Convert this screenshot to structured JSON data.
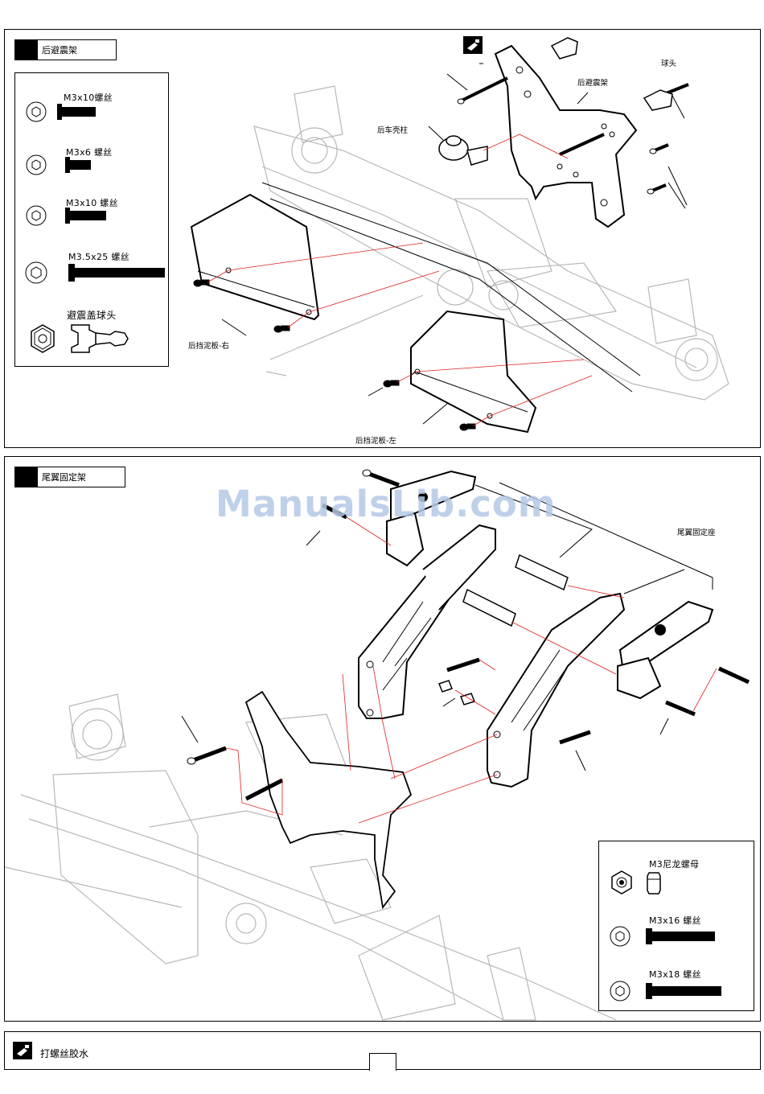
{
  "step1": {
    "title": "后避震架",
    "parts": [
      {
        "label": "M3x10螺丝",
        "icon": "m3x10-screw-icon"
      },
      {
        "label": "M3x6 螺丝",
        "icon": "m3x6-screw-icon"
      },
      {
        "label": "M3x10 螺丝",
        "icon": "m3x10-screw-icon"
      },
      {
        "label": "M3.5x25 螺丝",
        "icon": "m3-5x25-screw-icon"
      },
      {
        "label": "避震盖球头",
        "icon": "shock-ball-end-icon"
      }
    ],
    "callouts": {
      "ball_head": "球头",
      "rear_shock_tower": "后避震架",
      "rear_body_post": "后车壳柱",
      "rear_mudguard_right": "后挡泥板-右",
      "rear_mudguard_left": "后挡泥板-左"
    }
  },
  "step2": {
    "title": "尾翼固定架",
    "callouts": {
      "wing_mount_seat": "尾翼固定座"
    },
    "parts": [
      {
        "label": "M3尼龙螺母",
        "icon": "m3-nylon-nut-icon"
      },
      {
        "label": "M3x16 螺丝",
        "icon": "m3x16-screw-icon"
      },
      {
        "label": "M3x18 螺丝",
        "icon": "m3x18-screw-icon"
      }
    ]
  },
  "watermark": "ManualsLib.com",
  "footer": {
    "note": "打螺丝胶水",
    "icon": "thread-lock-icon"
  },
  "colors": {
    "line": "#000000",
    "guide": "#e02020",
    "ghost": "#b8b8b8",
    "watermark": "#b4c8e6"
  }
}
